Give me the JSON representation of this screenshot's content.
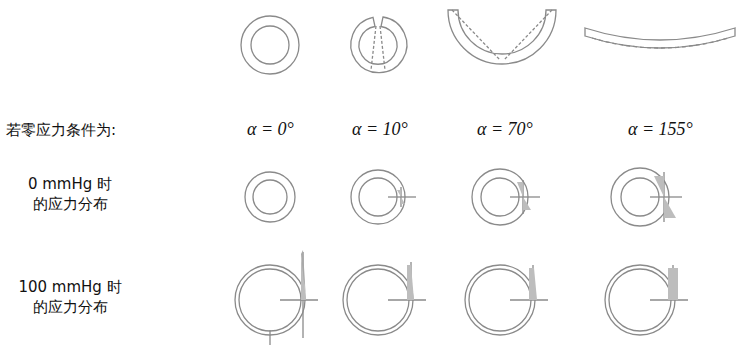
{
  "diagram": {
    "labels": [
      "若零应力条件为:",
      "α = 0°",
      "α = 10°",
      "α = 70°",
      "α = 155°",
      "0 mmHg 时 的应力分布",
      "100 mmHg 时 的应力分布"
    ]
  }
}
